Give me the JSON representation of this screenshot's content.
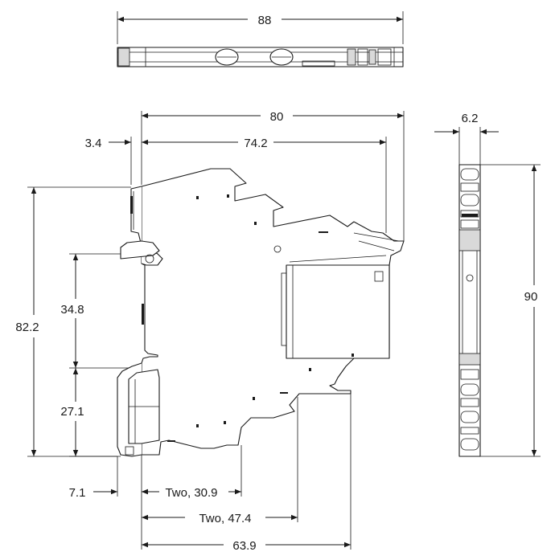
{
  "drawing": {
    "top_width": "88",
    "front_width": "80",
    "front_inner_width": "74.2",
    "din_offset": "3.4",
    "side_width": "6.2",
    "side_height": "90",
    "overall_height": "82.2",
    "upper_height": "34.8",
    "lower_height": "27.1",
    "rail_offset": "7.1",
    "depth_1": "Two, 30.9",
    "depth_2": "Two, 47.4",
    "depth_3": "63.9"
  }
}
